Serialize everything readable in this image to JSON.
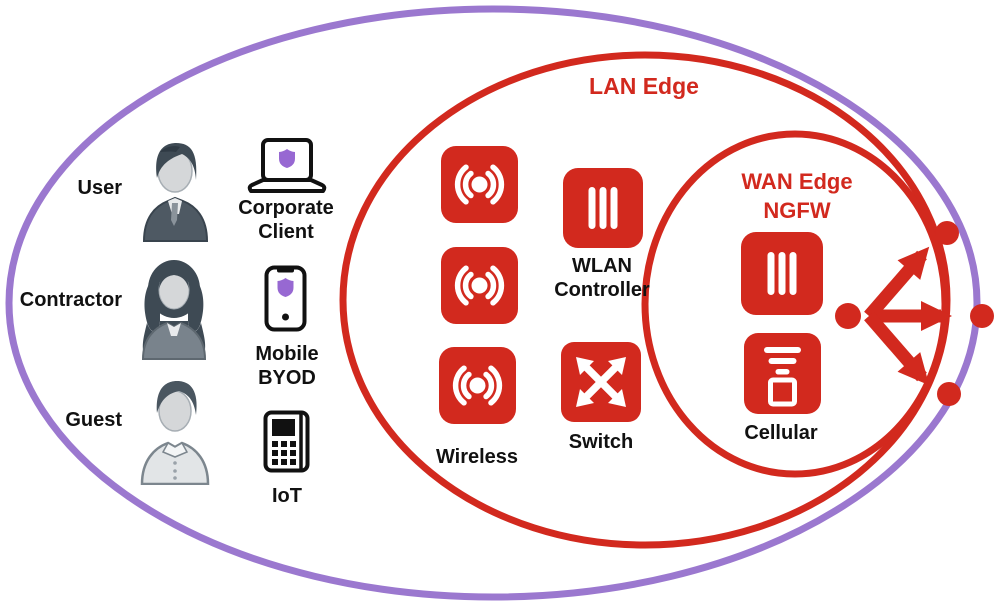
{
  "colors": {
    "red": "#D2291E",
    "purple": "#9B78CF",
    "shield_purple": "#9768D2",
    "text": "#111111",
    "person_dark": "#3E4A54",
    "person_suit": "#4E5963",
    "person_face": "#D5D7D9"
  },
  "zones": {
    "lan": {
      "label": "LAN Edge"
    },
    "wan": {
      "line1": "WAN Edge",
      "line2": "NGFW"
    }
  },
  "actors": {
    "user": {
      "label": "User",
      "icon": "businessman-icon"
    },
    "contractor": {
      "label": "Contractor",
      "icon": "businesswoman-icon"
    },
    "guest": {
      "label": "Guest",
      "icon": "casual-man-icon"
    }
  },
  "endpoints": {
    "corporate": {
      "line1": "Corporate",
      "line2": "Client",
      "icon": "laptop-shield-icon"
    },
    "mobile": {
      "line1": "Mobile",
      "line2": "BYOD",
      "icon": "phone-shield-icon"
    },
    "iot": {
      "label": "IoT",
      "icon": "iot-terminal-icon"
    }
  },
  "lan_devices": {
    "wireless": {
      "label": "Wireless",
      "icon": "access-point-icon",
      "count": 3
    },
    "wlan": {
      "line1": "WLAN",
      "line2": "Controller",
      "icon": "controller-icon"
    },
    "switch": {
      "label": "Switch",
      "icon": "switch-icon"
    }
  },
  "wan_devices": {
    "ngfw": {
      "icon": "firewall-icon"
    },
    "cellular": {
      "label": "Cellular",
      "icon": "cellular-gateway-icon"
    }
  },
  "connector": {
    "description": "three-way branch arrow to network edge dots"
  }
}
